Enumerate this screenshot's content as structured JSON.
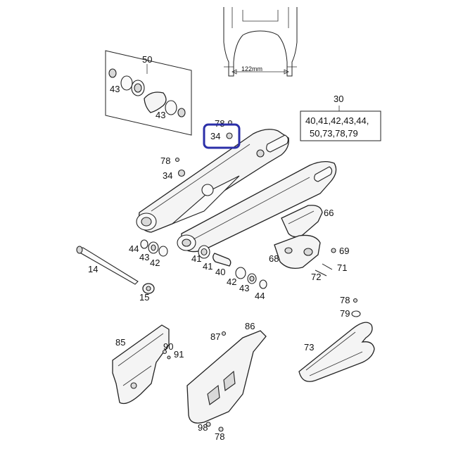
{
  "top_dimension": "122mm",
  "kit_box": {
    "number": "30",
    "contents_line1": "40,41,42,43,44,",
    "contents_line2": "50,73,78,79"
  },
  "labels": {
    "p50": "50",
    "p43a": "43",
    "p43b": "43",
    "p78a": "78",
    "p34a": "34",
    "p78b": "78",
    "p34b": "34",
    "p66": "66",
    "p44a": "44",
    "p43c": "43",
    "p42a": "42",
    "p41a": "41",
    "p41b": "41",
    "p40": "40",
    "p42b": "42",
    "p43d": "43",
    "p44b": "44",
    "p68": "68",
    "p69": "69",
    "p71": "71",
    "p72": "72",
    "p14": "14",
    "p15": "15",
    "p78c": "78",
    "p79": "79",
    "p85": "85",
    "p90": "90",
    "p91": "91",
    "p87": "87",
    "p86": "86",
    "p73": "73",
    "p98": "98",
    "p78d": "78"
  },
  "highlight_color": "#2b2fa8"
}
